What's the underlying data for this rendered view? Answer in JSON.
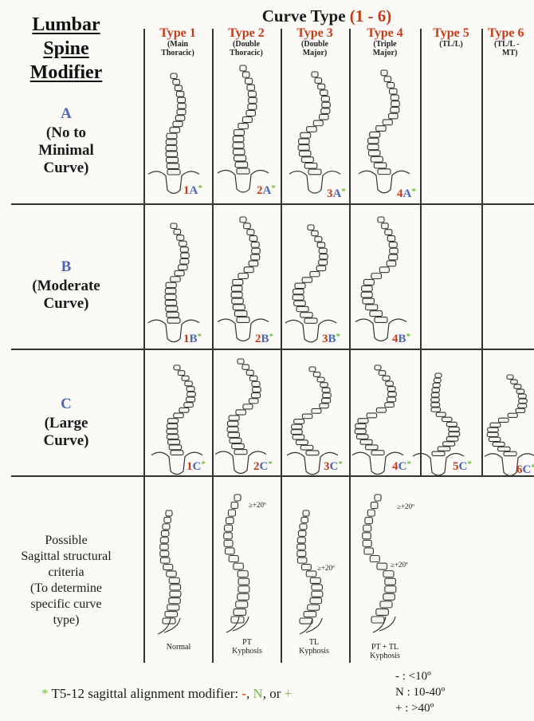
{
  "lumbar_title": [
    "Lumbar",
    "Spine",
    "Modifier"
  ],
  "curve_type_title": {
    "text": "Curve Type ",
    "range": "(1 - 6)"
  },
  "types": [
    {
      "name": "Type 1",
      "desc1": "(Main",
      "desc2": "Thoracic)"
    },
    {
      "name": "Type 2",
      "desc1": "(Double",
      "desc2": "Thoracic)"
    },
    {
      "name": "Type 3",
      "desc1": "(Double",
      "desc2": "Major)"
    },
    {
      "name": "Type 4",
      "desc1": "(Triple",
      "desc2": "Major)"
    },
    {
      "name": "Type 5",
      "desc1": "(TL/L)",
      "desc2": ""
    },
    {
      "name": "Type 6",
      "desc1": "(TL/L -",
      "desc2": "MT)"
    }
  ],
  "rows": [
    {
      "letter": "A",
      "line1": "(No to",
      "line2": "Minimal",
      "line3": "Curve)"
    },
    {
      "letter": "B",
      "line1": "(Moderate",
      "line2": "Curve)",
      "line3": ""
    },
    {
      "letter": "C",
      "line1": "(Large",
      "line2": "Curve)",
      "line3": ""
    }
  ],
  "codes": {
    "A": [
      {
        "num": "1",
        "let": "A"
      },
      {
        "num": "2",
        "let": "A"
      },
      {
        "num": "3",
        "let": "A"
      },
      {
        "num": "4",
        "let": "A"
      }
    ],
    "B": [
      {
        "num": "1",
        "let": "B"
      },
      {
        "num": "2",
        "let": "B"
      },
      {
        "num": "3",
        "let": "B"
      },
      {
        "num": "4",
        "let": "B"
      }
    ],
    "C": [
      {
        "num": "1",
        "let": "C"
      },
      {
        "num": "2",
        "let": "C"
      },
      {
        "num": "3",
        "let": "C"
      },
      {
        "num": "4",
        "let": "C"
      },
      {
        "num": "5",
        "let": "C"
      },
      {
        "num": "6",
        "let": "C"
      }
    ]
  },
  "star_symbol": "*",
  "sagittal_label": [
    "Possible",
    "Sagittal structural",
    "criteria",
    "(To  determine",
    "specific curve",
    "type)"
  ],
  "kyphosis_labels": [
    {
      "line1": "Normal",
      "line2": ""
    },
    {
      "line1": "PT",
      "line2": "Kyphosis"
    },
    {
      "line1": "TL",
      "line2": "Kyphosis"
    },
    {
      "line1": "PT + TL",
      "line2": "Kyphosis"
    }
  ],
  "angle_annotation": "≥+20º",
  "legend": {
    "text": " T5-12 sagittal alignment modifier: ",
    "minus": "-",
    "sep1": ", ",
    "n": "N",
    "sep2": ",  or ",
    "plus": "+"
  },
  "legend_key": [
    "- : <10º",
    "N : 10-40º",
    "+ : >40º"
  ],
  "colors": {
    "red": "#c63b1a",
    "blue": "#4b66b8",
    "green": "#6dbf3a"
  }
}
